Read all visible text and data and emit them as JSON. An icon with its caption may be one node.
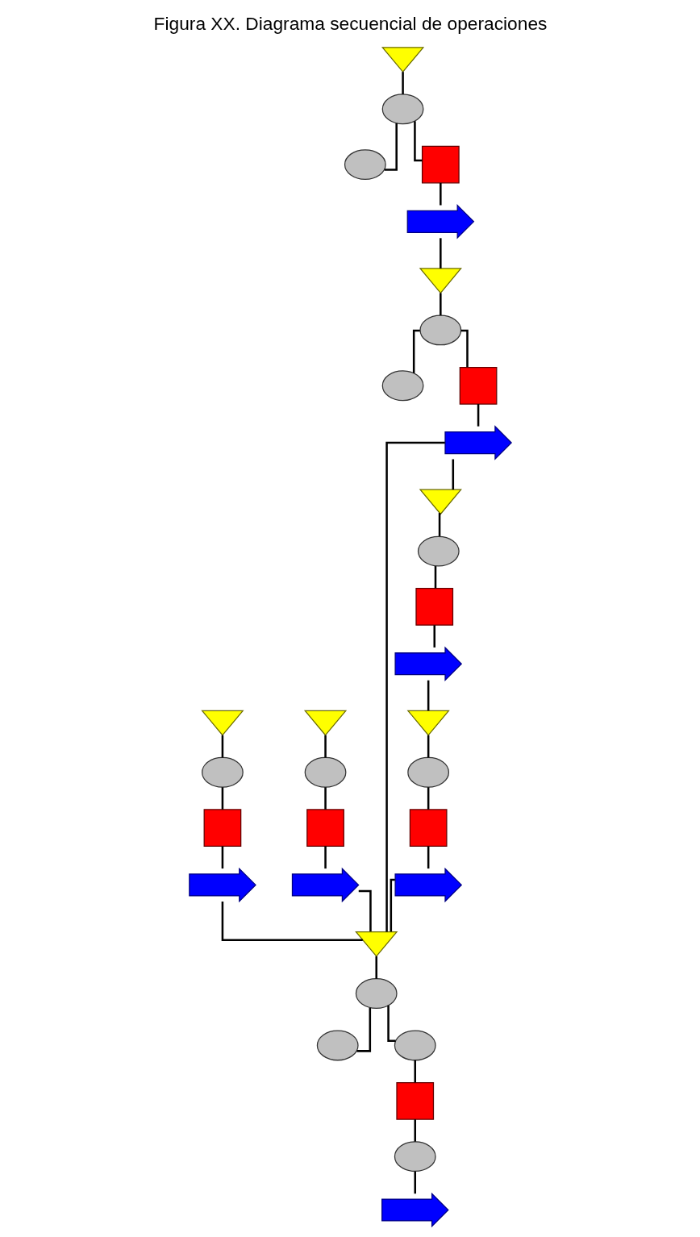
{
  "diagram": {
    "title": "Figura XX. Diagrama secuencial de operaciones",
    "nodes": [
      {
        "text": [],
        "shape": "triangle"
      },
      {
        "text": [],
        "shape": "circle"
      },
      {
        "text": [],
        "shape": "box"
      },
      {
        "text": [],
        "shape": "arrow"
      },
      {
        "text": [],
        "shape": "triangle"
      },
      {
        "text": [],
        "shape": "circle"
      },
      {
        "text": [],
        "shape": "box"
      },
      {
        "text": [],
        "shape": "arrow"
      },
      {
        "text": [],
        "shape": "triangle"
      },
      {
        "text": [],
        "shape": "circle"
      },
      {
        "text": [],
        "shape": "circle"
      },
      {
        "text": [],
        "shape": "box"
      },
      {
        "text": [],
        "shape": "arrow"
      },
      {
        "text": [],
        "shape": "triangle"
      },
      {
        "text": [],
        "shape": "circle"
      },
      {
        "text": [],
        "shape": "circle"
      },
      {
        "text": [],
        "shape": "box"
      },
      {
        "text": [],
        "shape": "arrow"
      },
      {
        "text": [],
        "shape": "triangle"
      },
      {
        "text": [],
        "shape": "circle"
      },
      {
        "text": [],
        "shape": "box"
      },
      {
        "text": [],
        "shape": "arrow"
      },
      {
        "text": [],
        "shape": "triangle"
      },
      {
        "text": [],
        "shape": "circle"
      },
      {
        "text": [],
        "shape": "box"
      },
      {
        "text": [],
        "shape": "arrow"
      },
      {
        "text": [],
        "shape": "triangle"
      },
      {
        "text": [],
        "shape": "circle"
      },
      {
        "text": [],
        "shape": "circle"
      },
      {
        "text": [],
        "shape": "circle"
      },
      {
        "text": [],
        "shape": "box"
      },
      {
        "text": [],
        "shape": "circle"
      },
      {
        "text": [],
        "shape": "arrow"
      }
    ],
    "edges": [
      {
        "from": 0,
        "to": 1,
        "arrow": "none"
      },
      {
        "from": 1,
        "to": 2,
        "arrow": "none"
      },
      {
        "from": 2,
        "to": 3,
        "arrow": "none"
      },
      {
        "from": 4,
        "to": 5,
        "arrow": "none"
      },
      {
        "from": 5,
        "to": 6,
        "arrow": "none"
      },
      {
        "from": 6,
        "to": 7,
        "arrow": "none"
      },
      {
        "from": 8,
        "to": 9,
        "arrow": "none"
      },
      {
        "from": 9,
        "to": 10,
        "arrow": "none"
      },
      {
        "from": 9,
        "to": 11,
        "arrow": "none"
      },
      {
        "from": 11,
        "to": 12,
        "arrow": "none"
      },
      {
        "from": 12,
        "to": 13,
        "arrow": "none"
      },
      {
        "from": 13,
        "to": 14,
        "arrow": "none"
      },
      {
        "from": 14,
        "to": 15,
        "arrow": "none"
      },
      {
        "from": 14,
        "to": 16,
        "arrow": "none"
      },
      {
        "from": 16,
        "to": 17,
        "arrow": "none"
      },
      {
        "from": 17,
        "to": 18,
        "arrow": "none"
      },
      {
        "from": 18,
        "to": 19,
        "arrow": "none"
      },
      {
        "from": 19,
        "to": 20,
        "arrow": "none"
      },
      {
        "from": 20,
        "to": 21,
        "arrow": "none"
      },
      {
        "from": 21,
        "to": 22,
        "arrow": "none"
      },
      {
        "from": 22,
        "to": 23,
        "arrow": "none"
      },
      {
        "from": 23,
        "to": 24,
        "arrow": "none"
      },
      {
        "from": 24,
        "to": 25,
        "arrow": "none"
      },
      {
        "from": 3,
        "to": 26,
        "arrow": "none"
      },
      {
        "from": 7,
        "to": 26,
        "arrow": "none"
      },
      {
        "from": 17,
        "to": 26,
        "arrow": "none"
      },
      {
        "from": 25,
        "to": 26,
        "arrow": "none"
      },
      {
        "from": 26,
        "to": 27,
        "arrow": "none"
      },
      {
        "from": 27,
        "to": 28,
        "arrow": "none"
      },
      {
        "from": 27,
        "to": 29,
        "arrow": "none"
      },
      {
        "from": 29,
        "to": 30,
        "arrow": "none"
      },
      {
        "from": 30,
        "to": 31,
        "arrow": "none"
      },
      {
        "from": 31,
        "to": 32,
        "arrow": "none"
      }
    ]
  }
}
